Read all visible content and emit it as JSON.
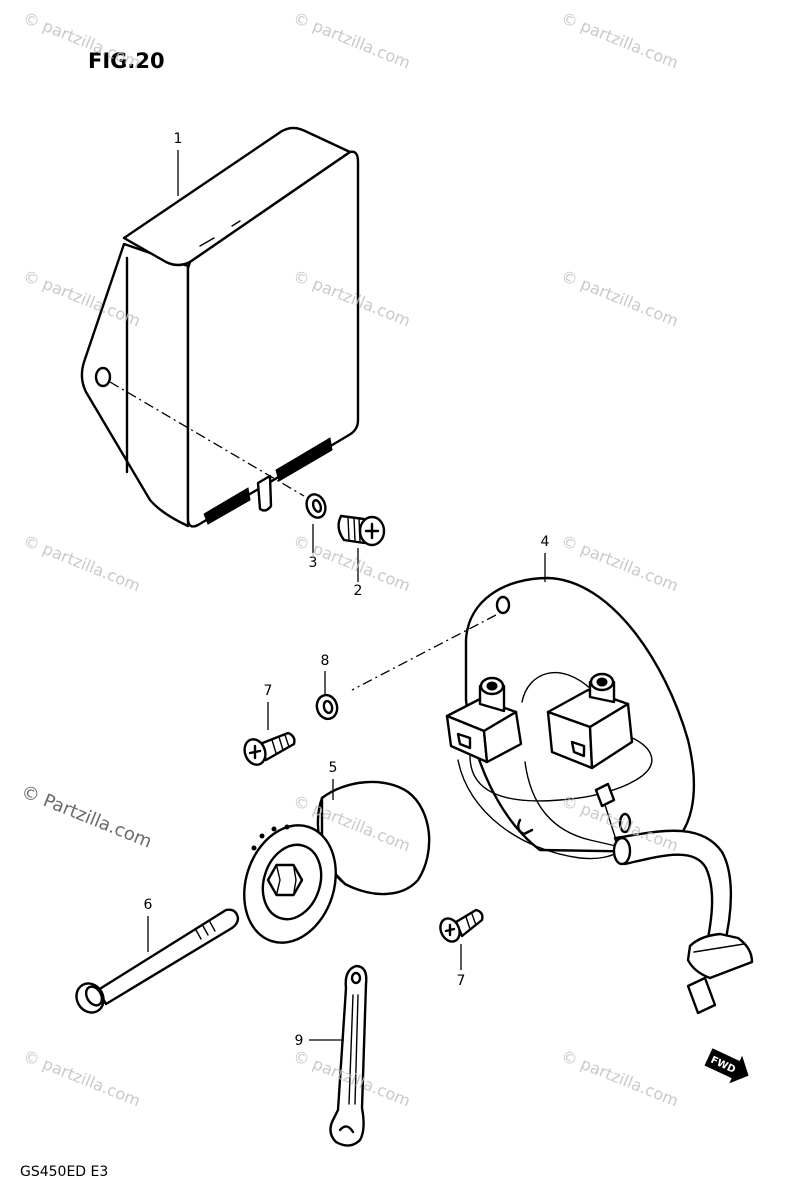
{
  "figure": {
    "title": "FIG.20",
    "model_code": "GS450ED E3",
    "fwd_label": "FWD"
  },
  "callouts": {
    "part_1": "1",
    "part_2": "2",
    "part_3": "3",
    "part_4": "4",
    "part_5": "5",
    "part_6": "6",
    "part_7_upper": "7",
    "part_7_lower": "7",
    "part_8": "8",
    "part_9": "9"
  },
  "watermark": {
    "text": "© partzilla.com",
    "large_text": "© Partzilla.com"
  },
  "colors": {
    "line": "#000000",
    "background": "#ffffff",
    "watermark": "#bcbcbc",
    "watermark_large": "#6a6a6a"
  },
  "icons": {
    "fwd": "fwd-arrow-icon"
  }
}
